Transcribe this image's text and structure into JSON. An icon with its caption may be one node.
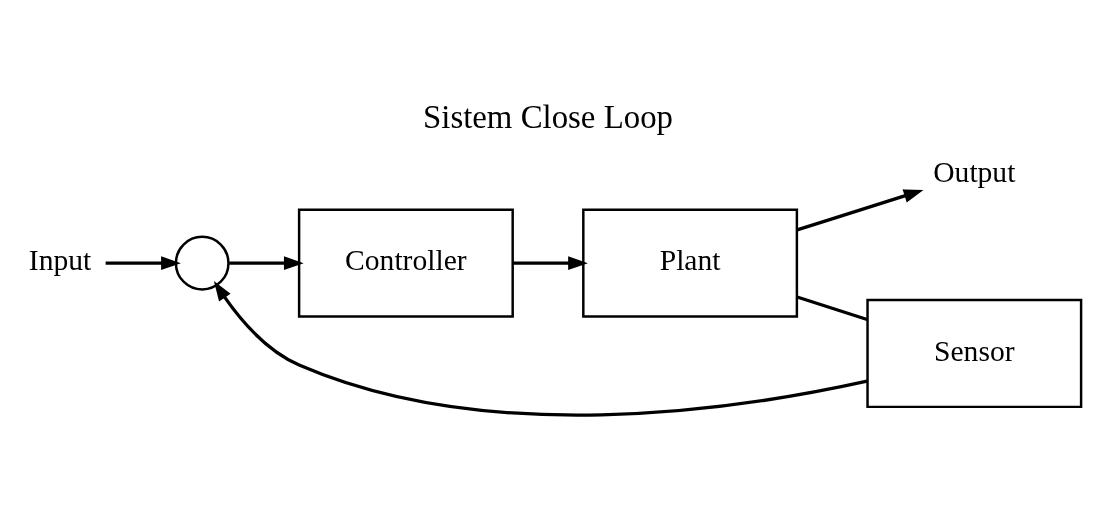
{
  "diagram": {
    "title": "Sistem Close Loop",
    "nodes": [
      {
        "text": [
          "Input"
        ]
      },
      {
        "text": [],
        "shape": "circle"
      },
      {
        "text": [
          "Controller"
        ]
      },
      {
        "text": [
          "Plant"
        ]
      },
      {
        "text": [
          "Output"
        ]
      },
      {
        "text": [
          "Sensor"
        ]
      }
    ],
    "edges": [
      {
        "from": 0,
        "to": 1,
        "arrow": "to"
      },
      {
        "from": 1,
        "to": 2,
        "arrow": "to"
      },
      {
        "from": 2,
        "to": 3,
        "arrow": "to"
      },
      {
        "from": 3,
        "to": 4,
        "arrow": "to"
      },
      {
        "from": 3,
        "to": 5,
        "arrow": "none"
      },
      {
        "from": 5,
        "to": 1,
        "arrow": "to"
      }
    ]
  }
}
